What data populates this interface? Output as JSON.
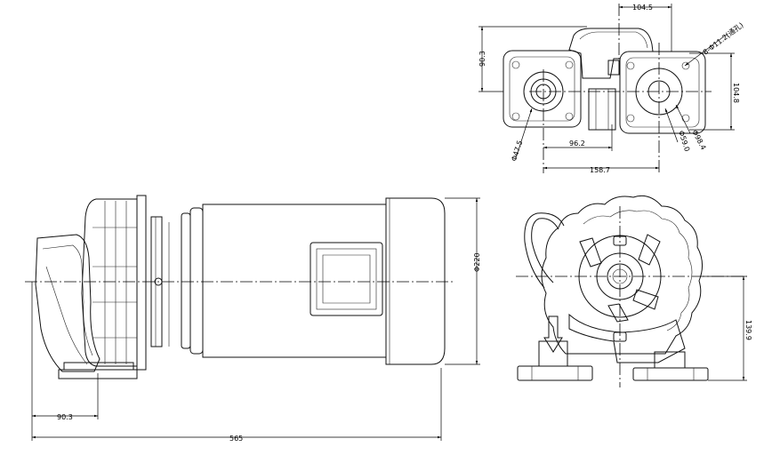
{
  "drawing": {
    "dimensions": {
      "top_width_offset": "104.5",
      "top_height_a": "90.3",
      "holes_note": "8-Φ11.2(通孔)",
      "top_height_b": "104.8",
      "port_dia_a": "Φ47.5",
      "spacing_a": "96.2",
      "port_dia_b": "Φ59.0",
      "bolt_circle": "Φ98.4",
      "spacing_b": "158.7",
      "motor_dia": "Φ220",
      "side_offset": "90.3",
      "total_length": "565",
      "shaft_height": "139.9"
    }
  }
}
